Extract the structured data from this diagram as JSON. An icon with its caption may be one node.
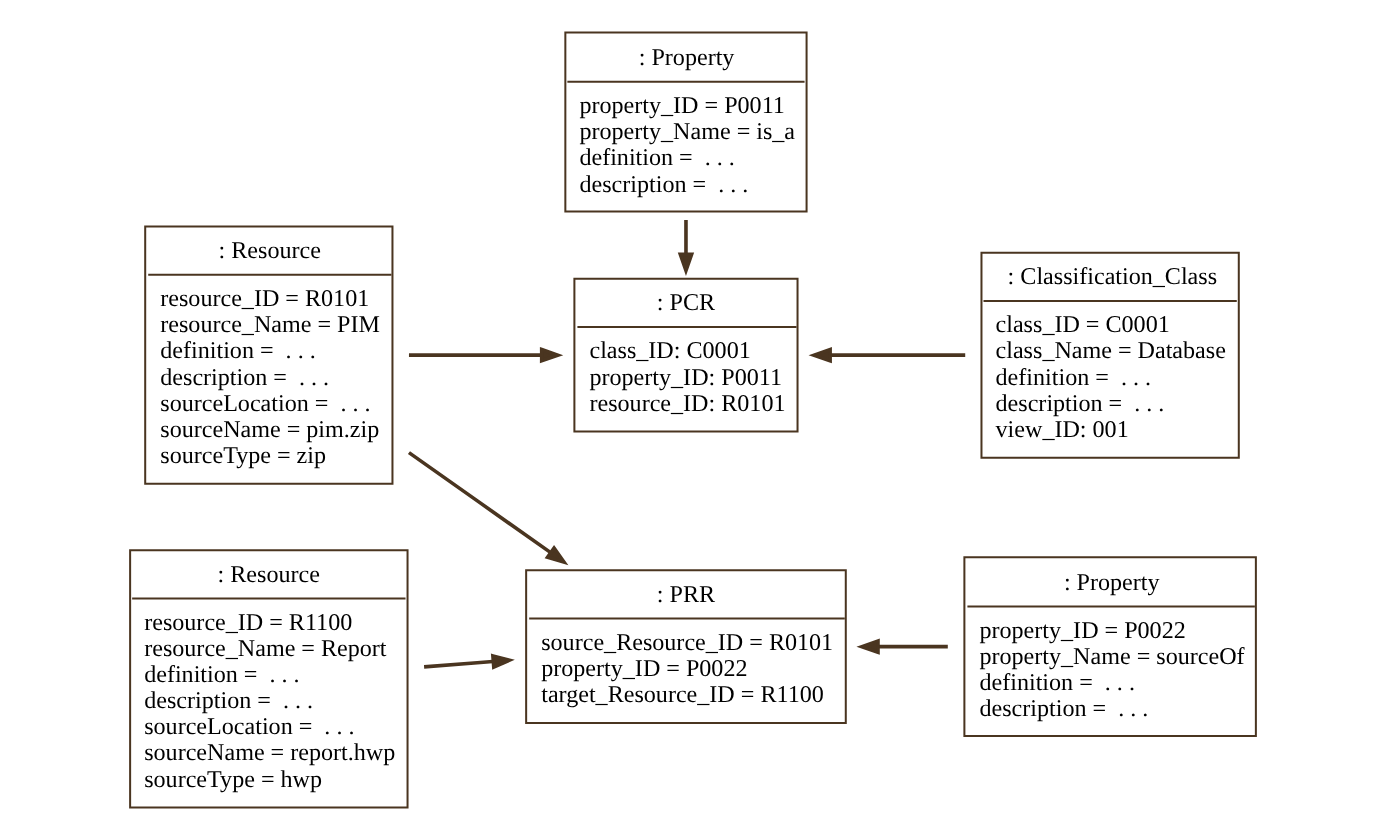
{
  "diagram": {
    "nodes": [
      {
        "text": [
          ": Resource",
          "resource_ID = R0101",
          "resource_Name = PIM",
          "definition =  . . .",
          "description =  . . .",
          "sourceLocation =  . . .",
          "sourceName = pim.zip",
          "sourceType = zip"
        ]
      },
      {
        "text": [
          ": PCR",
          "class_ID: C0001",
          "property_ID: P0011",
          "resource_ID: R0101"
        ]
      },
      {
        "text": [
          ": Classification_Class",
          "class_ID = C0001",
          "class_Name = Database",
          "definition =  . . .",
          "description =  . . .",
          "view_ID: 001"
        ]
      },
      {
        "text": [
          ": Property",
          "property_ID = P0011",
          "property_Name = is_a",
          "definition =  . . .",
          "description =  . . ."
        ]
      },
      {
        "text": [
          ": Resource",
          "resource_ID = R1100",
          "resource_Name = Report",
          "definition =  . . .",
          "description =  . . .",
          "sourceLocation =  . . .",
          "sourceName = report.hwp",
          "sourceType = hwp"
        ]
      },
      {
        "text": [
          ": PRR",
          "source_Resource_ID = R0101",
          "property_ID = P0022",
          "target_Resource_ID = R1100"
        ]
      },
      {
        "text": [
          ": Property",
          "property_ID = P0022",
          "property_Name = sourceOf",
          "definition =  . . .",
          "description =  . . ."
        ]
      }
    ],
    "edges": [
      {
        "from": 0,
        "to": 1,
        "arrow": "to"
      },
      {
        "from": 2,
        "to": 1,
        "arrow": "to"
      },
      {
        "from": 3,
        "to": 1,
        "arrow": "to"
      },
      {
        "from": 0,
        "to": 5,
        "arrow": "to"
      },
      {
        "from": 4,
        "to": 5,
        "arrow": "to"
      },
      {
        "from": 6,
        "to": 5,
        "arrow": "to"
      }
    ]
  }
}
